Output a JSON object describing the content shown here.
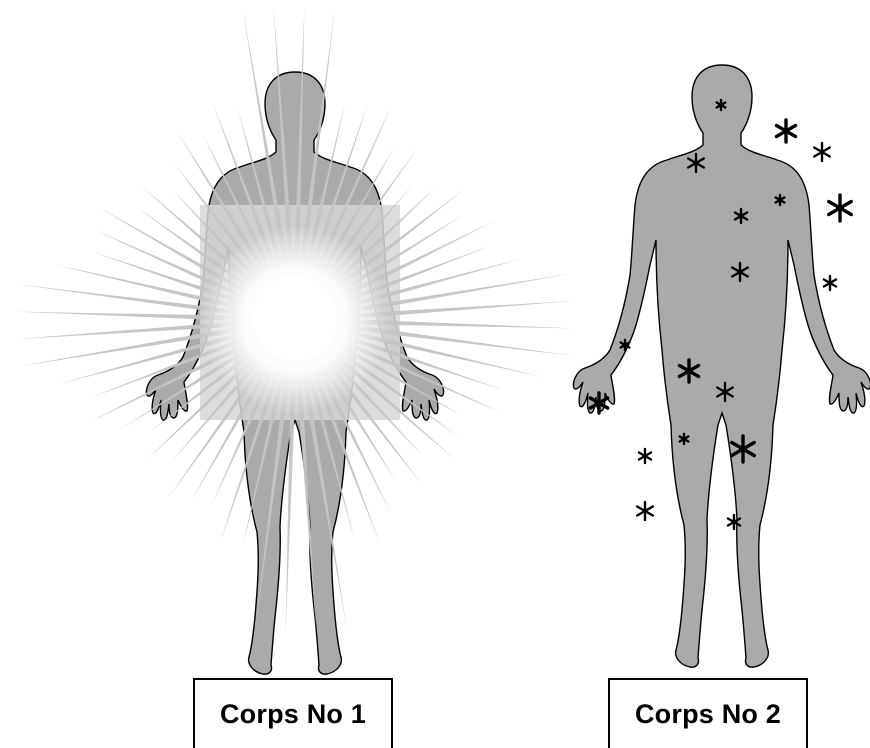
{
  "figures": [
    {
      "label": "Corps No 1",
      "variant": "radiant"
    },
    {
      "label": "Corps No 2",
      "variant": "stars"
    }
  ],
  "colors": {
    "body_fill": "#aaaaaa",
    "outline": "#000000",
    "ray": "#c4c4c4",
    "glow": "#ffffff",
    "star": "#000000",
    "background": "#ffffff"
  }
}
